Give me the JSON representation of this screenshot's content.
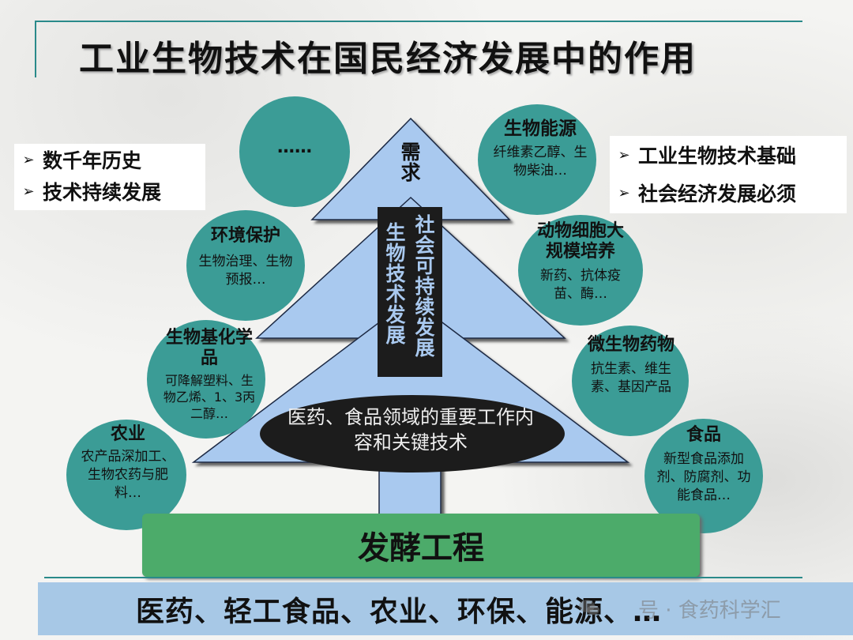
{
  "title": "工业生物技术在国民经济发展中的作用",
  "left_box": [
    "数千年历史",
    "技术持续发展"
  ],
  "right_box": [
    "工业生物技术基础",
    "社会经济发展必须"
  ],
  "tree": {
    "top_label": [
      "需",
      "求"
    ],
    "trunk_left": [
      "生",
      "物",
      "技",
      "术",
      "发",
      "展"
    ],
    "trunk_right": [
      "社",
      "会",
      "可",
      "持",
      "续",
      "发",
      "展"
    ],
    "oval_text": "医药、食品领域的重要工作内容和关键技术"
  },
  "circles": {
    "etc": {
      "title": "……"
    },
    "bioenergy": {
      "title": "生物能源",
      "body": "纤维素乙醇、生物柴油…"
    },
    "environment": {
      "title": "环境保护",
      "body": "生物治理、生物预报…"
    },
    "animal_cell": {
      "title": "动物细胞大规模培养",
      "body": "新药、抗体疫苗、酶…"
    },
    "biochem": {
      "title": "生物基化学品",
      "body": "可降解塑料、生物乙烯、1、3丙二醇…"
    },
    "microbial_drug": {
      "title": "微生物药物",
      "body": "抗生素、维生素、基因产品"
    },
    "agriculture": {
      "title": "农业",
      "body": "农产品深加工、生物农药与肥料…"
    },
    "food": {
      "title": "食品",
      "body": "新型食品添加剂、防腐剂、功能食品…"
    }
  },
  "fermentation": "发酵工程",
  "bottom_text": "医药、轻工食品、农业、环保、能源、…",
  "watermark": "号 · 食药科学汇",
  "colors": {
    "teal": "#3b9c96",
    "tree": "#a9c9ef",
    "green": "#4cab6a",
    "bottom": "#a7c8e6"
  }
}
